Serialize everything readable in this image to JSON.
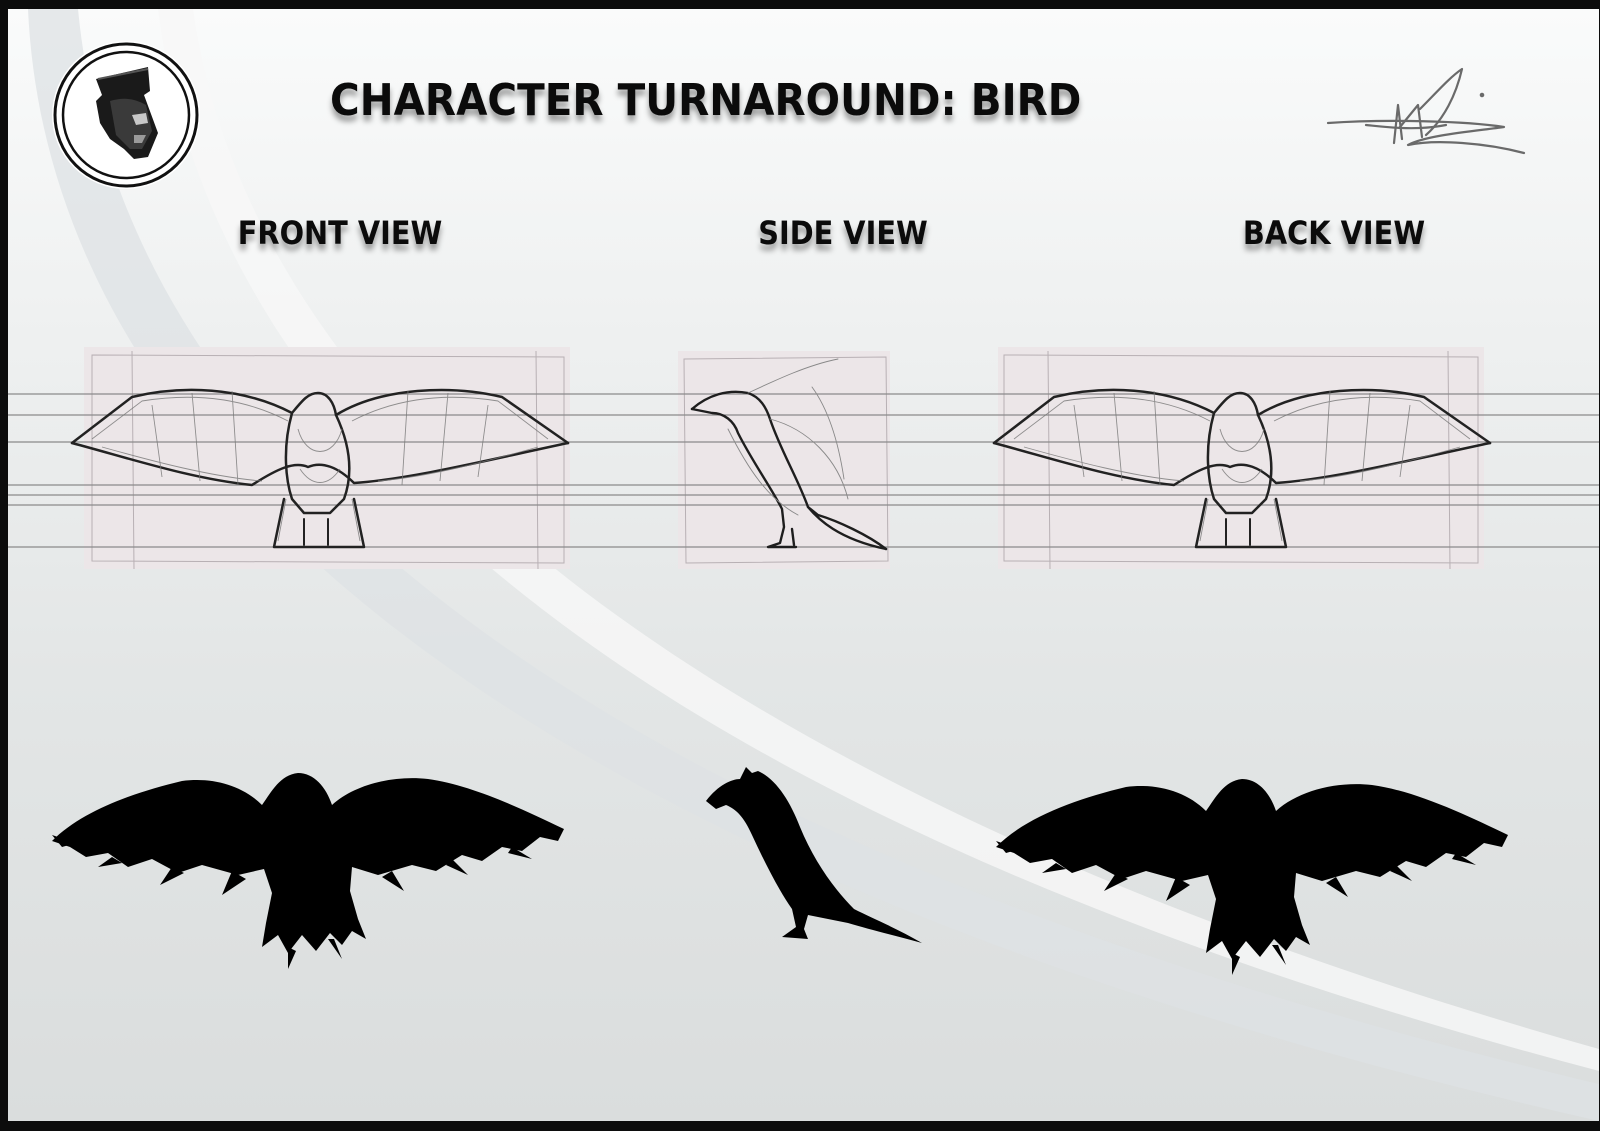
{
  "title": "Character Turnaround: Bird",
  "views": {
    "front": "Front View",
    "side": "Side View",
    "back": "Back View"
  },
  "logo": {
    "icon": "skull-face-icon",
    "ring_color": "#111111"
  },
  "signature": {
    "icon": "handwritten-signature",
    "ink_color": "#666666"
  },
  "colors": {
    "background_top": "#fafbfb",
    "background_bottom": "#dadddd",
    "frame": "#0c0c0c",
    "sketch_paper": "#ece6e8",
    "silhouette": "#000000"
  }
}
